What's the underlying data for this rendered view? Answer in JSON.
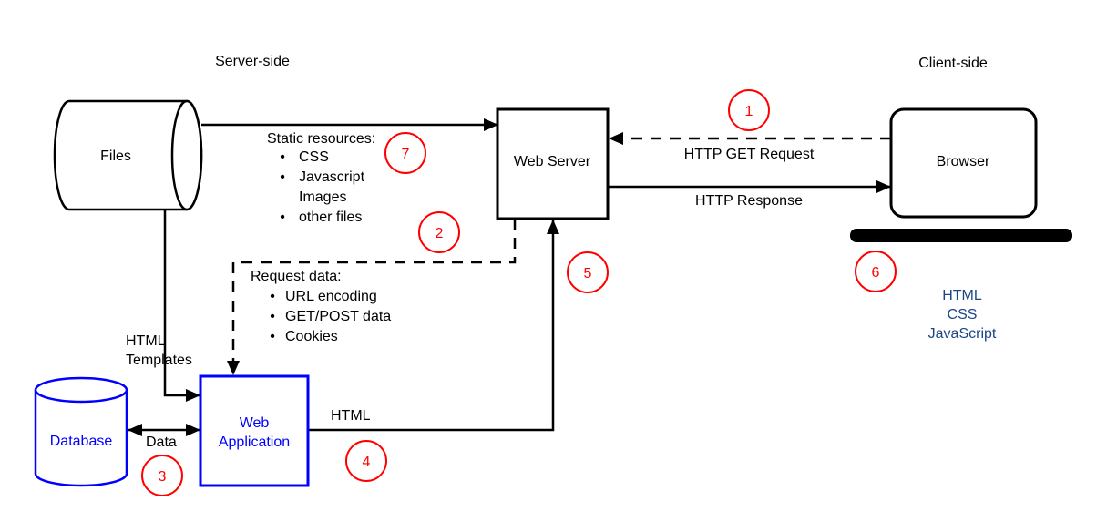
{
  "diagram": {
    "regions": {
      "server_side": "Server-side",
      "client_side": "Client-side"
    },
    "nodes": {
      "files": {
        "label": "Files",
        "shape": "cylinder-horizontal",
        "color": "#000000"
      },
      "web_server": {
        "label": "Web Server",
        "shape": "rectangle",
        "color": "#000000"
      },
      "browser": {
        "label": "Browser",
        "shape": "rounded-rectangle",
        "color": "#000000"
      },
      "database": {
        "label": "Database",
        "shape": "cylinder-vertical",
        "color": "#0000ff"
      },
      "web_application": {
        "label_line1": "Web",
        "label_line2": "Application",
        "shape": "rectangle",
        "color": "#0000ff"
      }
    },
    "edges": {
      "static_resources_to_server": {
        "style": "solid-arrow"
      },
      "http_get_request": {
        "label": "HTTP GET Request",
        "style": "dashed-arrow"
      },
      "http_response": {
        "label": "HTTP Response",
        "style": "solid-arrow"
      },
      "request_data_path": {
        "style": "dashed-arrow"
      },
      "html_to_server": {
        "label": "HTML",
        "style": "solid-arrow"
      },
      "html_templates": {
        "label_line1": "HTML",
        "label_line2": "Templates",
        "style": "solid-arrow"
      },
      "data_exchange": {
        "label": "Data",
        "style": "double-arrow"
      }
    },
    "annotations": {
      "static_resources": {
        "title": "Static resources:",
        "items": [
          {
            "bullet": "•",
            "label": "CSS"
          },
          {
            "bullet": "•",
            "label": "Javascript"
          },
          {
            "bullet": "",
            "label": "Images"
          },
          {
            "bullet": "•",
            "label": "other files"
          }
        ]
      },
      "request_data": {
        "title": "Request data:",
        "items": [
          {
            "bullet": "•",
            "label": "URL encoding"
          },
          {
            "bullet": "•",
            "label": "GET/POST data"
          },
          {
            "bullet": "•",
            "label": "Cookies"
          }
        ]
      },
      "client_stack": {
        "lines": [
          "HTML",
          "CSS",
          "JavaScript"
        ],
        "color": "#1c4587"
      }
    },
    "step_numbers": [
      "1",
      "2",
      "3",
      "4",
      "5",
      "6",
      "7"
    ],
    "colors": {
      "background": "#ffffff",
      "node_stroke": "#000000",
      "accent_blue": "#0000ff",
      "step_red": "#ff0000",
      "client_stack_navy": "#1c4587"
    }
  }
}
